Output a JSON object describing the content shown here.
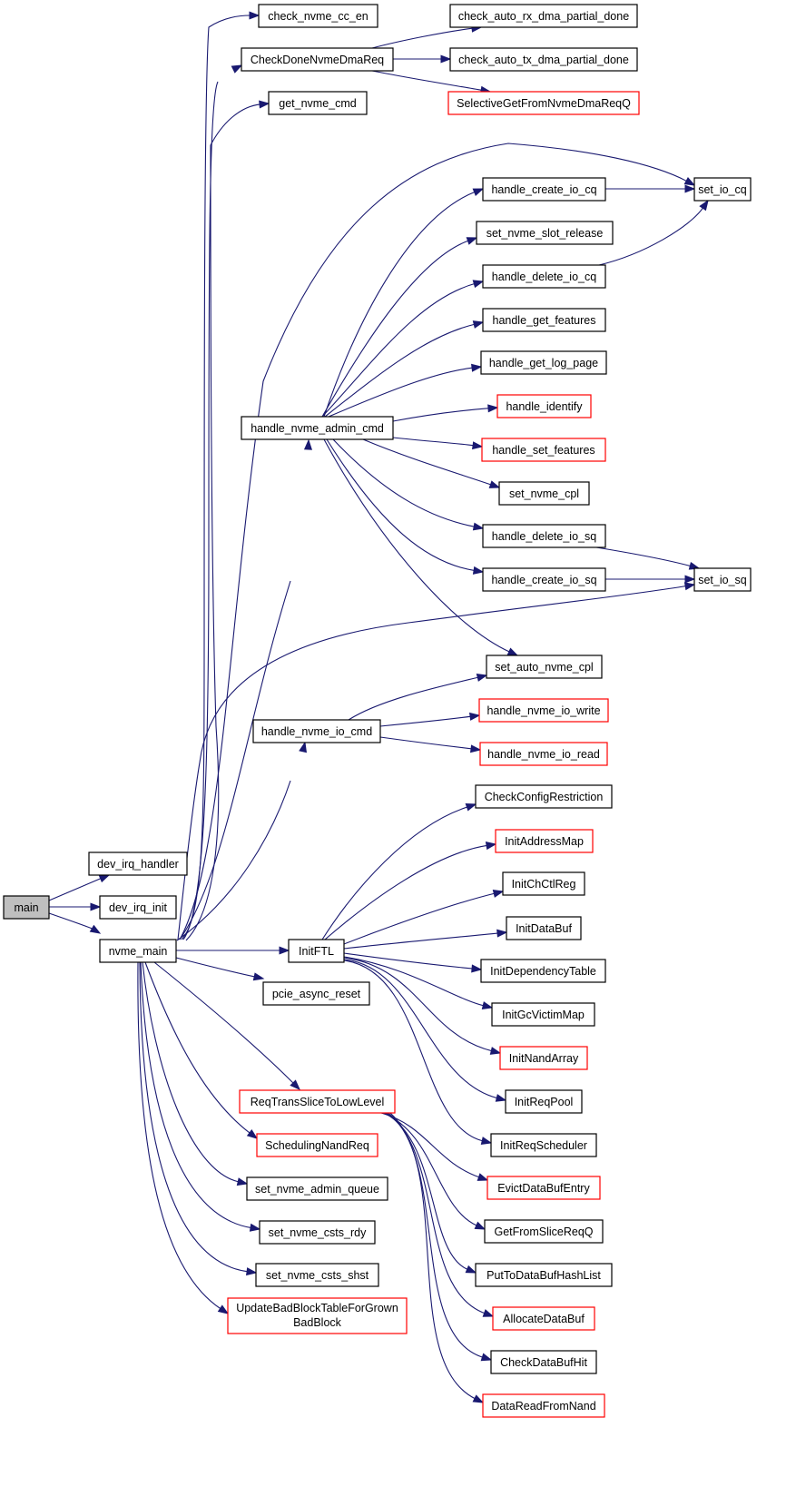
{
  "colors": {
    "edge": "#191970",
    "root_fill": "#bfbfbf",
    "node_fill": "#ffffff",
    "node_border": "#000000",
    "truncated_border": "#ff0000"
  },
  "nodes": [
    {
      "id": "main",
      "label": "main",
      "root": true
    },
    {
      "id": "dev_irq_handler",
      "label": "dev_irq_handler"
    },
    {
      "id": "dev_irq_init",
      "label": "dev_irq_init"
    },
    {
      "id": "nvme_main",
      "label": "nvme_main"
    },
    {
      "id": "check_nvme_cc_en",
      "label": "check_nvme_cc_en"
    },
    {
      "id": "CheckDoneNvmeDmaReq",
      "label": "CheckDoneNvmeDmaReq"
    },
    {
      "id": "get_nvme_cmd",
      "label": "get_nvme_cmd"
    },
    {
      "id": "check_auto_rx_dma_partial_done",
      "label": "check_auto_rx_dma_partial_done"
    },
    {
      "id": "check_auto_tx_dma_partial_done",
      "label": "check_auto_tx_dma_partial_done"
    },
    {
      "id": "SelectiveGetFromNvmeDmaReqQ",
      "label": "SelectiveGetFromNvmeDmaReqQ",
      "truncated": true
    },
    {
      "id": "handle_nvme_admin_cmd",
      "label": "handle_nvme_admin_cmd"
    },
    {
      "id": "handle_create_io_cq",
      "label": "handle_create_io_cq"
    },
    {
      "id": "set_io_cq",
      "label": "set_io_cq"
    },
    {
      "id": "set_nvme_slot_release",
      "label": "set_nvme_slot_release"
    },
    {
      "id": "handle_delete_io_cq",
      "label": "handle_delete_io_cq"
    },
    {
      "id": "handle_get_features",
      "label": "handle_get_features"
    },
    {
      "id": "handle_get_log_page",
      "label": "handle_get_log_page"
    },
    {
      "id": "handle_identify",
      "label": "handle_identify",
      "truncated": true
    },
    {
      "id": "handle_set_features",
      "label": "handle_set_features",
      "truncated": true
    },
    {
      "id": "set_nvme_cpl",
      "label": "set_nvme_cpl"
    },
    {
      "id": "handle_delete_io_sq",
      "label": "handle_delete_io_sq"
    },
    {
      "id": "handle_create_io_sq",
      "label": "handle_create_io_sq"
    },
    {
      "id": "set_io_sq",
      "label": "set_io_sq"
    },
    {
      "id": "set_auto_nvme_cpl",
      "label": "set_auto_nvme_cpl"
    },
    {
      "id": "handle_nvme_io_cmd",
      "label": "handle_nvme_io_cmd"
    },
    {
      "id": "handle_nvme_io_write",
      "label": "handle_nvme_io_write",
      "truncated": true
    },
    {
      "id": "handle_nvme_io_read",
      "label": "handle_nvme_io_read",
      "truncated": true
    },
    {
      "id": "InitFTL",
      "label": "InitFTL"
    },
    {
      "id": "CheckConfigRestriction",
      "label": "CheckConfigRestriction"
    },
    {
      "id": "InitAddressMap",
      "label": "InitAddressMap",
      "truncated": true
    },
    {
      "id": "InitChCtlReg",
      "label": "InitChCtlReg"
    },
    {
      "id": "InitDataBuf",
      "label": "InitDataBuf"
    },
    {
      "id": "InitDependencyTable",
      "label": "InitDependencyTable"
    },
    {
      "id": "InitGcVictimMap",
      "label": "InitGcVictimMap"
    },
    {
      "id": "InitNandArray",
      "label": "InitNandArray",
      "truncated": true
    },
    {
      "id": "InitReqPool",
      "label": "InitReqPool"
    },
    {
      "id": "InitReqScheduler",
      "label": "InitReqScheduler"
    },
    {
      "id": "pcie_async_reset",
      "label": "pcie_async_reset"
    },
    {
      "id": "ReqTransSliceToLowLevel",
      "label": "ReqTransSliceToLowLevel",
      "truncated": true
    },
    {
      "id": "SchedulingNandReq",
      "label": "SchedulingNandReq",
      "truncated": true
    },
    {
      "id": "set_nvme_admin_queue",
      "label": "set_nvme_admin_queue"
    },
    {
      "id": "set_nvme_csts_rdy",
      "label": "set_nvme_csts_rdy"
    },
    {
      "id": "set_nvme_csts_shst",
      "label": "set_nvme_csts_shst"
    },
    {
      "id": "UpdateBadBlockTableForGrownBadBlock",
      "label": "UpdateBadBlockTableForGrown",
      "label2": "BadBlock",
      "truncated": true
    },
    {
      "id": "EvictDataBufEntry",
      "label": "EvictDataBufEntry",
      "truncated": true
    },
    {
      "id": "GetFromSliceReqQ",
      "label": "GetFromSliceReqQ"
    },
    {
      "id": "PutToDataBufHashList",
      "label": "PutToDataBufHashList"
    },
    {
      "id": "AllocateDataBuf",
      "label": "AllocateDataBuf",
      "truncated": true
    },
    {
      "id": "CheckDataBufHit",
      "label": "CheckDataBufHit"
    },
    {
      "id": "DataReadFromNand",
      "label": "DataReadFromNand",
      "truncated": true
    }
  ],
  "edges": [
    {
      "from": "main",
      "to": "dev_irq_handler"
    },
    {
      "from": "main",
      "to": "dev_irq_init"
    },
    {
      "from": "main",
      "to": "nvme_main"
    },
    {
      "from": "nvme_main",
      "to": "check_nvme_cc_en"
    },
    {
      "from": "nvme_main",
      "to": "CheckDoneNvmeDmaReq"
    },
    {
      "from": "nvme_main",
      "to": "get_nvme_cmd"
    },
    {
      "from": "nvme_main",
      "to": "handle_nvme_admin_cmd"
    },
    {
      "from": "nvme_main",
      "to": "handle_nvme_io_cmd"
    },
    {
      "from": "nvme_main",
      "to": "InitFTL"
    },
    {
      "from": "nvme_main",
      "to": "pcie_async_reset"
    },
    {
      "from": "nvme_main",
      "to": "ReqTransSliceToLowLevel"
    },
    {
      "from": "nvme_main",
      "to": "SchedulingNandReq"
    },
    {
      "from": "nvme_main",
      "to": "set_io_cq"
    },
    {
      "from": "nvme_main",
      "to": "set_io_sq"
    },
    {
      "from": "nvme_main",
      "to": "set_nvme_admin_queue"
    },
    {
      "from": "nvme_main",
      "to": "set_nvme_csts_rdy"
    },
    {
      "from": "nvme_main",
      "to": "set_nvme_csts_shst"
    },
    {
      "from": "nvme_main",
      "to": "UpdateBadBlockTableForGrownBadBlock"
    },
    {
      "from": "CheckDoneNvmeDmaReq",
      "to": "check_auto_rx_dma_partial_done"
    },
    {
      "from": "CheckDoneNvmeDmaReq",
      "to": "check_auto_tx_dma_partial_done"
    },
    {
      "from": "CheckDoneNvmeDmaReq",
      "to": "SelectiveGetFromNvmeDmaReqQ"
    },
    {
      "from": "handle_nvme_admin_cmd",
      "to": "handle_create_io_cq"
    },
    {
      "from": "handle_nvme_admin_cmd",
      "to": "set_nvme_slot_release"
    },
    {
      "from": "handle_nvme_admin_cmd",
      "to": "handle_delete_io_cq"
    },
    {
      "from": "handle_nvme_admin_cmd",
      "to": "handle_get_features"
    },
    {
      "from": "handle_nvme_admin_cmd",
      "to": "handle_get_log_page"
    },
    {
      "from": "handle_nvme_admin_cmd",
      "to": "handle_identify"
    },
    {
      "from": "handle_nvme_admin_cmd",
      "to": "handle_set_features"
    },
    {
      "from": "handle_nvme_admin_cmd",
      "to": "set_nvme_cpl"
    },
    {
      "from": "handle_nvme_admin_cmd",
      "to": "handle_delete_io_sq"
    },
    {
      "from": "handle_nvme_admin_cmd",
      "to": "handle_create_io_sq"
    },
    {
      "from": "handle_nvme_admin_cmd",
      "to": "set_auto_nvme_cpl"
    },
    {
      "from": "handle_create_io_cq",
      "to": "set_io_cq"
    },
    {
      "from": "handle_delete_io_cq",
      "to": "set_io_cq"
    },
    {
      "from": "handle_delete_io_sq",
      "to": "set_io_sq"
    },
    {
      "from": "handle_create_io_sq",
      "to": "set_io_sq"
    },
    {
      "from": "handle_nvme_io_cmd",
      "to": "set_auto_nvme_cpl"
    },
    {
      "from": "handle_nvme_io_cmd",
      "to": "handle_nvme_io_write"
    },
    {
      "from": "handle_nvme_io_cmd",
      "to": "handle_nvme_io_read"
    },
    {
      "from": "InitFTL",
      "to": "CheckConfigRestriction"
    },
    {
      "from": "InitFTL",
      "to": "InitAddressMap"
    },
    {
      "from": "InitFTL",
      "to": "InitChCtlReg"
    },
    {
      "from": "InitFTL",
      "to": "InitDataBuf"
    },
    {
      "from": "InitFTL",
      "to": "InitDependencyTable"
    },
    {
      "from": "InitFTL",
      "to": "InitGcVictimMap"
    },
    {
      "from": "InitFTL",
      "to": "InitNandArray"
    },
    {
      "from": "InitFTL",
      "to": "InitReqPool"
    },
    {
      "from": "InitFTL",
      "to": "InitReqScheduler"
    },
    {
      "from": "ReqTransSliceToLowLevel",
      "to": "EvictDataBufEntry"
    },
    {
      "from": "ReqTransSliceToLowLevel",
      "to": "GetFromSliceReqQ"
    },
    {
      "from": "ReqTransSliceToLowLevel",
      "to": "PutToDataBufHashList"
    },
    {
      "from": "ReqTransSliceToLowLevel",
      "to": "AllocateDataBuf"
    },
    {
      "from": "ReqTransSliceToLowLevel",
      "to": "CheckDataBufHit"
    },
    {
      "from": "ReqTransSliceToLowLevel",
      "to": "DataReadFromNand"
    }
  ]
}
